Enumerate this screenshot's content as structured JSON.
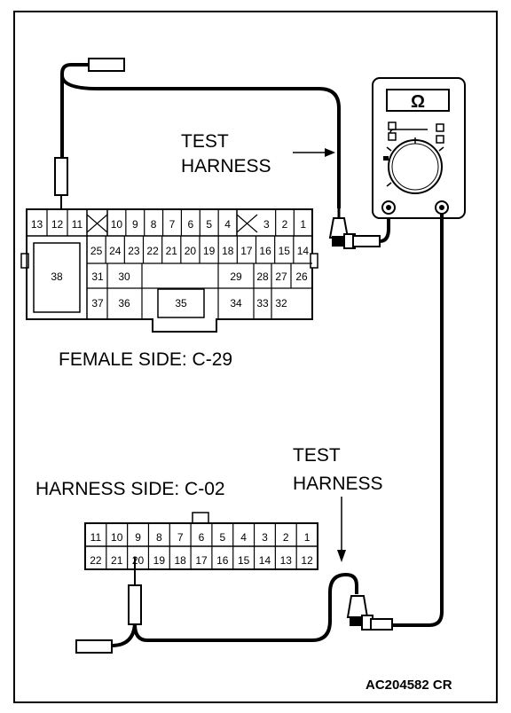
{
  "labels": {
    "test_harness_top_1": "TEST",
    "test_harness_top_2": "HARNESS",
    "female_side": "FEMALE SIDE: C-29",
    "harness_side": "HARNESS SIDE: C-02",
    "test_harness_bottom_1": "TEST",
    "test_harness_bottom_2": "HARNESS",
    "figure_code": "AC204582 CR"
  },
  "meter": {
    "symbol": "Ω",
    "icon": "ohmmeter-icon"
  },
  "c29": {
    "row1_left": [
      "13",
      "12",
      "11"
    ],
    "row1_mid": [
      "10",
      "9",
      "8",
      "7",
      "6",
      "5",
      "4"
    ],
    "row1_right": [
      "3",
      "2",
      "1"
    ],
    "row2": [
      "25",
      "24",
      "23",
      "22",
      "21",
      "20",
      "19",
      "18",
      "17",
      "16",
      "15",
      "14"
    ],
    "pin38": "38",
    "pin31": "31",
    "pin30": "30",
    "pin29": "29",
    "pin28": "28",
    "pin27": "27",
    "pin26": "26",
    "pin37": "37",
    "pin36": "36",
    "pin35": "35",
    "pin34": "34",
    "pin33": "33",
    "pin32": "32"
  },
  "c02": {
    "row1": [
      "11",
      "10",
      "9",
      "8",
      "7",
      "6",
      "5",
      "4",
      "3",
      "2",
      "1"
    ],
    "row2": [
      "22",
      "21",
      "20",
      "19",
      "18",
      "17",
      "16",
      "15",
      "14",
      "13",
      "12"
    ]
  }
}
